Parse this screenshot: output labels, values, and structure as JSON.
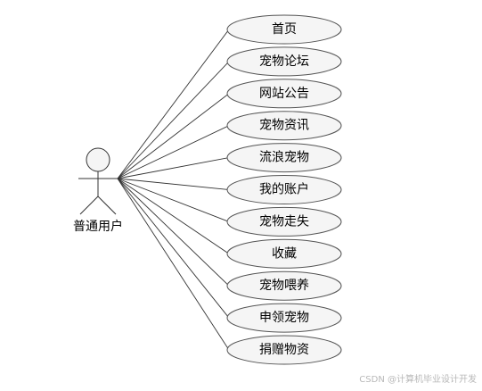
{
  "actor": {
    "label": "普通用户"
  },
  "use_cases": [
    {
      "label": "首页"
    },
    {
      "label": "宠物论坛"
    },
    {
      "label": "网站公告"
    },
    {
      "label": "宠物资讯"
    },
    {
      "label": "流浪宠物"
    },
    {
      "label": "我的账户"
    },
    {
      "label": "宠物走失"
    },
    {
      "label": "收藏"
    },
    {
      "label": "宠物喂养"
    },
    {
      "label": "申领宠物"
    },
    {
      "label": "捐赠物资"
    }
  ],
  "watermark": "CSDN @计算机毕业设计开发"
}
